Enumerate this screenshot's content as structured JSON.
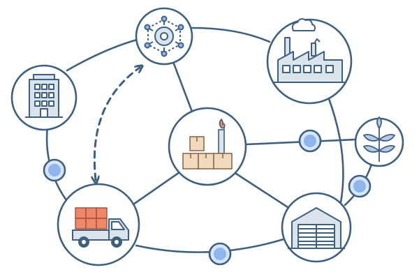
{
  "diagram": {
    "kind": "supply-chain network",
    "colors": {
      "stroke": "#3f5f7e",
      "node_fill": "#ffffff",
      "building_fill": "#dbe3ec",
      "window_fill": "#ffffff",
      "dot_outer": "#d6e6fa",
      "dot_inner": "#8fb6ec",
      "box_fill": "#f0d9bd",
      "box_stroke": "#8a6b4f",
      "cargo_fill": "#ef8868",
      "leaf_fill": "#b7cbe6",
      "arrow_dash": "#3f5f7e"
    },
    "nodes": [
      {
        "id": "office",
        "icon": "office-building-icon"
      },
      {
        "id": "hub",
        "icon": "network-gear-icon"
      },
      {
        "id": "factory",
        "icon": "factory-icon"
      },
      {
        "id": "plant",
        "icon": "production-plant-boxes-icon"
      },
      {
        "id": "agriculture",
        "icon": "plant-leaves-icon"
      },
      {
        "id": "truck",
        "icon": "delivery-truck-icon"
      },
      {
        "id": "warehouse",
        "icon": "warehouse-icon"
      }
    ],
    "connectors": [
      {
        "id": "dot-left"
      },
      {
        "id": "dot-right-middle"
      },
      {
        "id": "dot-right-lower"
      },
      {
        "id": "dot-bottom"
      }
    ],
    "links": [
      [
        "office",
        "hub"
      ],
      [
        "hub",
        "factory"
      ],
      [
        "hub",
        "plant"
      ],
      [
        "plant",
        "truck"
      ],
      [
        "plant",
        "warehouse"
      ],
      [
        "plant",
        "agriculture"
      ],
      [
        "agriculture",
        "warehouse"
      ],
      [
        "truck",
        "warehouse"
      ],
      [
        "office",
        "truck"
      ],
      [
        "factory",
        "warehouse"
      ]
    ],
    "dashed_arrow": {
      "from": "truck",
      "to": "hub",
      "bidirectional": true
    }
  }
}
